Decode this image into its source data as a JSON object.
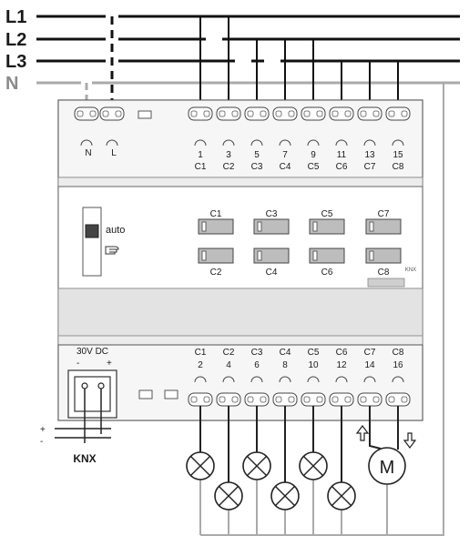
{
  "supply_lines": [
    "L1",
    "L2",
    "L3",
    "N"
  ],
  "power_terminals": [
    "N",
    "L"
  ],
  "top_terminal_numbers": [
    "1",
    "3",
    "5",
    "7",
    "9",
    "11",
    "13",
    "15"
  ],
  "top_channel_labels": [
    "C1",
    "C2",
    "C3",
    "C4",
    "C5",
    "C6",
    "C7",
    "C8"
  ],
  "switch_labels_top": [
    "C1",
    "C3",
    "C5",
    "C7"
  ],
  "switch_labels_bottom": [
    "C2",
    "C4",
    "C6",
    "C8"
  ],
  "mode_label": "auto",
  "bus_voltage": "30V DC",
  "bus_polarity": [
    "-",
    "+"
  ],
  "bus_name": "KNX",
  "bus_wire_polarity": [
    "+",
    "-"
  ],
  "device_logo": "KNX",
  "bottom_channel_labels": [
    "C1",
    "C2",
    "C3",
    "C4",
    "C5",
    "C6",
    "C7",
    "C8"
  ],
  "bottom_terminal_numbers": [
    "2",
    "4",
    "6",
    "8",
    "10",
    "12",
    "14",
    "16"
  ],
  "motor_label": "M"
}
